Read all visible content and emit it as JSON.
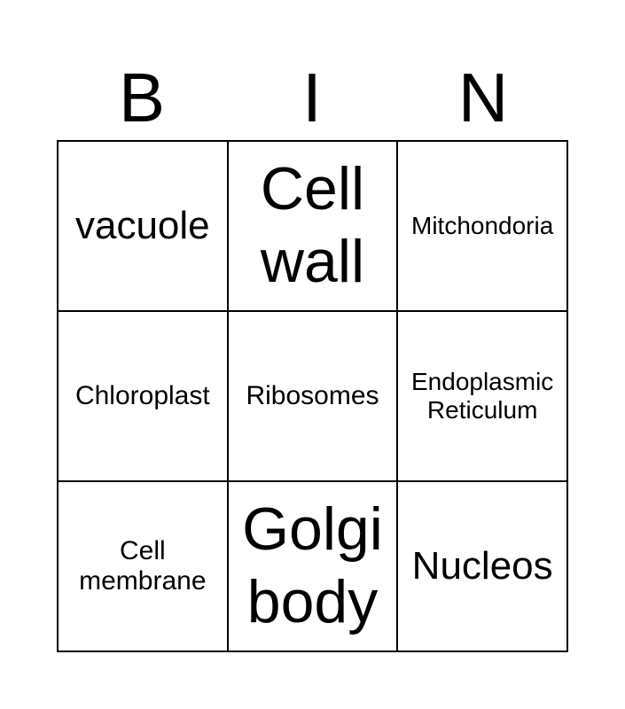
{
  "header": [
    "B",
    "I",
    "N"
  ],
  "cells": [
    "vacuole",
    "Cell wall",
    "Mitchondoria",
    "Chloroplast",
    "Ribosomes",
    "Endoplasmic Reticulum",
    "Cell membrane",
    "Golgi body",
    "Nucleos"
  ]
}
